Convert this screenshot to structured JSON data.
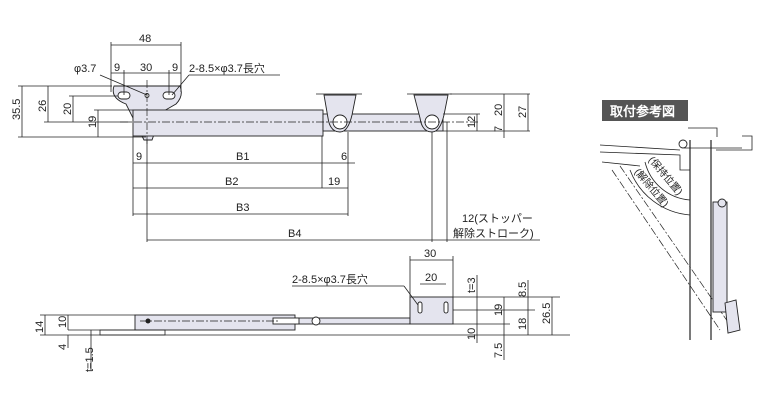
{
  "top_view": {
    "dims": {
      "w48": "48",
      "w9a": "9",
      "w30": "30",
      "w9b": "9",
      "hole": "φ3.7",
      "slot": "2-8.5×φ3.7長穴",
      "h35_5": "35.5",
      "h26": "26",
      "h20": "20",
      "h19": "19",
      "r20": "20",
      "r27": "27",
      "r12": "12",
      "r7": "7",
      "b9": "9",
      "b6": "6",
      "b19": "19",
      "B1": "B1",
      "B2": "B2",
      "B3": "B3",
      "B4": "B4",
      "stroke_line1": "12(ストッパー",
      "stroke_line2": "解除ストローク)"
    }
  },
  "side_view": {
    "dims": {
      "w30": "30",
      "w20": "20",
      "slot": "2-8.5×φ3.7長穴",
      "t3": "t=3",
      "t1_5": "t=1.5",
      "h14": "14",
      "h10": "10",
      "h4": "4",
      "r19": "19",
      "r8_5": "8.5",
      "r18": "18",
      "r26_5": "26.5",
      "r10": "10",
      "r7_5": "7.5"
    }
  },
  "reference": {
    "title": "取付参考図",
    "hold_position": "(保持位置)",
    "release_position": "(解除位置)"
  }
}
